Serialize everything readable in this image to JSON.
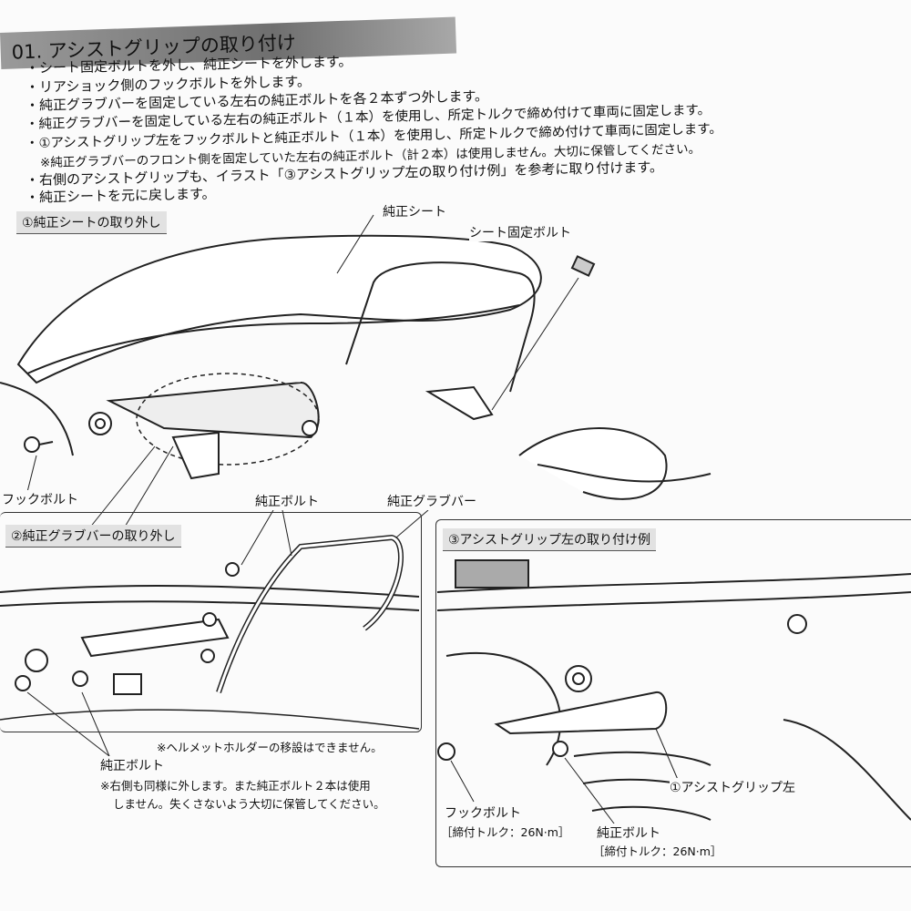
{
  "title": "01. アシストグリップの取り付け",
  "steps": [
    "・シート固定ボルトを外し、純正シートを外します。",
    "・リアショック側のフックボルトを外します。",
    "・純正グラブバーを固定している左右の純正ボルトを各２本ずつ外します。",
    "・純正グラブバーを固定している左右の純正ボルト（１本）を使用し、所定トルクで締め付けて車両に固定します。",
    "・①アシストグリップ左をフックボルトと純正ボルト（１本）を使用し、所定トルクで締め付けて車両に固定します。"
  ],
  "instructions": {
    "s1": "・シート固定ボルトを外し、純正シートを外します。",
    "s2": "・リアショック側のフックボルトを外します。",
    "s3": "・純正グラブバーを固定している左右の純正ボルトを各２本ずつ外します。",
    "s4": "・①アシストグリップ左をフックボルトと純正ボルト（１本）を使用し、所定トルクで締め付けて車両に固定します。",
    "s4_note": "※純正グラブバーのフロント側を固定していた左右の純正ボルト（計２本）は使用しません。大切に保管してください。",
    "s5": "・右側のアシストグリップも、イラスト「③アシストグリップ左の取り付け例」を参考に取り付けます。",
    "s6": "・純正シートを元に戻します。"
  },
  "sections": {
    "one": "①純正シートの取り外し",
    "two": "②純正グラブバーの取り外し",
    "three": "③アシストグリップ左の取り付け例"
  },
  "labels": {
    "seat": "純正シート",
    "seat_bolt": "シート固定ボルト",
    "hook_bolt_1": "フックボルト",
    "oem_bolt_top": "純正ボルト",
    "grab_bar": "純正グラブバー",
    "helmet_note": "※ヘルメットホルダーの移設はできません。",
    "oem_bolt_bottom": "純正ボルト",
    "oem_note_1": "※右側も同様に外します。また純正ボルト２本は使用",
    "oem_note_2": "しません。失くさないよう大切に保管してください。",
    "hook_bolt_3": "フックボルト",
    "hook_torque": "［締付トルク：26N·m］",
    "oem_bolt_3": "純正ボルト",
    "oem_torque": "［締付トルク：26N·m］",
    "assist_grip_left": "①アシストグリップ左"
  }
}
